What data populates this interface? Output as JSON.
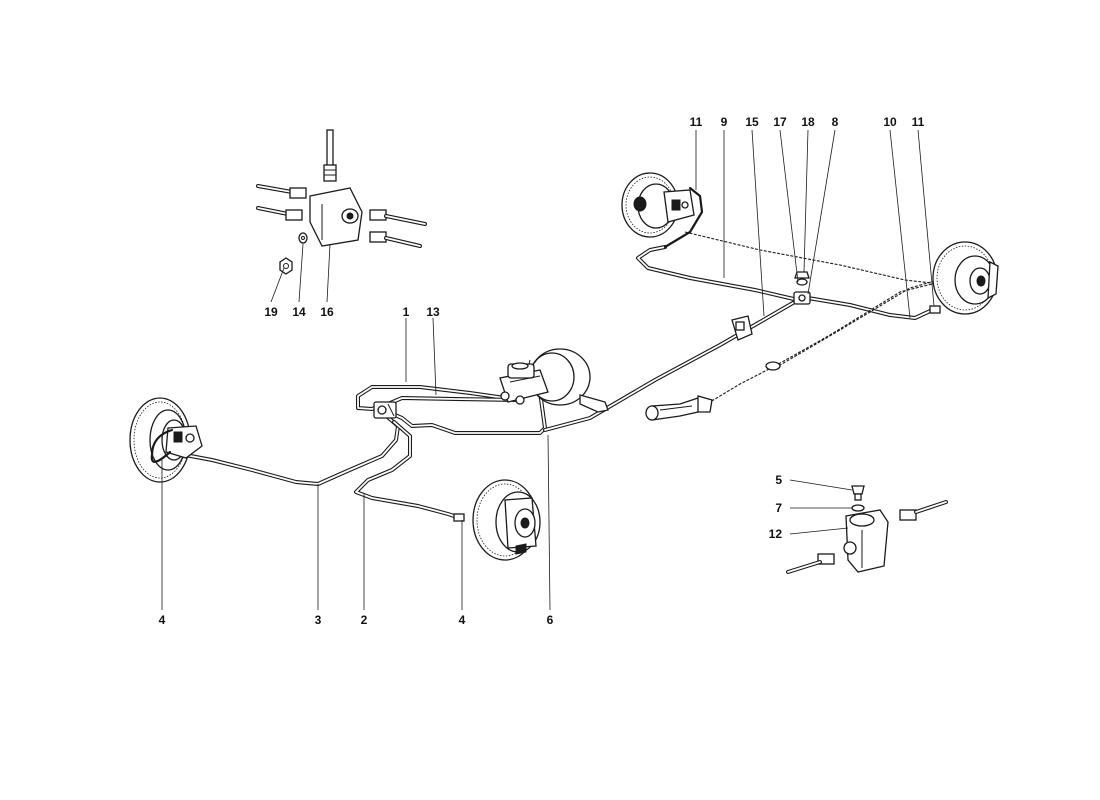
{
  "callouts": {
    "c1": "1",
    "c2": "2",
    "c3": "3",
    "c4a": "4",
    "c4b": "4",
    "c5": "5",
    "c6": "6",
    "c7": "7",
    "c8": "8",
    "c9": "9",
    "c10": "10",
    "c11a": "11",
    "c11b": "11",
    "c12": "12",
    "c13": "13",
    "c14": "14",
    "c15": "15",
    "c16": "16",
    "c17": "17",
    "c18": "18",
    "c19": "19"
  }
}
